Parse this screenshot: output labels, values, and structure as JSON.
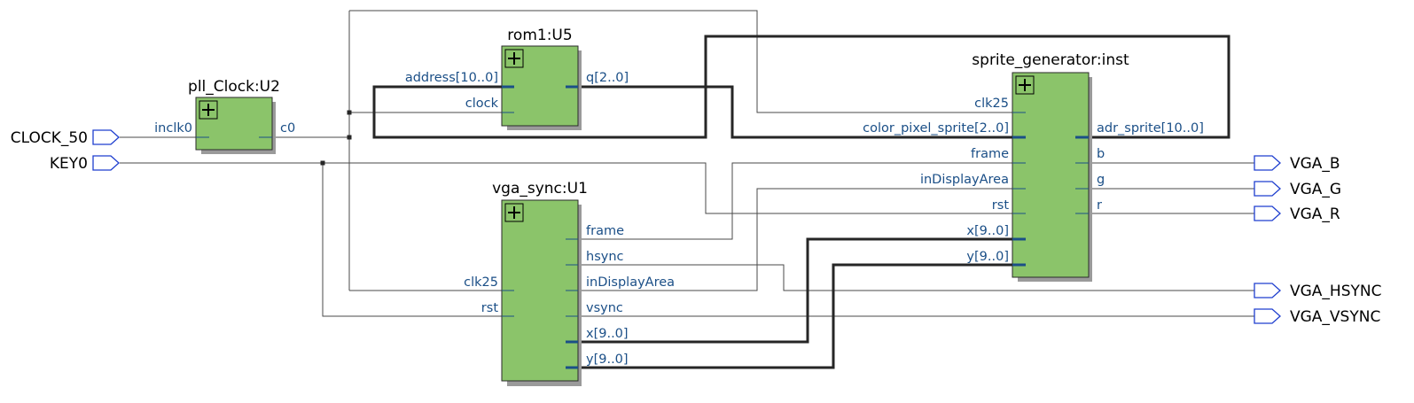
{
  "blocks": {
    "pll": {
      "title": "pll_Clock:U2",
      "ports": {
        "inclk0": "inclk0",
        "c0": "c0"
      }
    },
    "rom": {
      "title": "rom1:U5",
      "ports": {
        "address": "address[10..0]",
        "clock": "clock",
        "q": "q[2..0]"
      }
    },
    "vga": {
      "title": "vga_sync:U1",
      "ports": {
        "clk25": "clk25",
        "rst": "rst",
        "frame": "frame",
        "hsync": "hsync",
        "inDisplayArea": "inDisplayArea",
        "vsync": "vsync",
        "x": "x[9..0]",
        "y": "y[9..0]"
      }
    },
    "sprite": {
      "title": "sprite_generator:inst",
      "ports": {
        "clk25": "clk25",
        "color_pixel_sprite": "color_pixel_sprite[2..0]",
        "frame": "frame",
        "inDisplayArea": "inDisplayArea",
        "rst": "rst",
        "x": "x[9..0]",
        "y": "y[9..0]",
        "adr_sprite": "adr_sprite[10..0]",
        "b": "b",
        "g": "g",
        "r": "r"
      }
    }
  },
  "inputs": {
    "clock50": "CLOCK_50",
    "key0": "KEY0"
  },
  "outputs": {
    "vga_b": "VGA_B",
    "vga_g": "VGA_G",
    "vga_r": "VGA_R",
    "vga_hsync": "VGA_HSYNC",
    "vga_vsync": "VGA_VSYNC"
  },
  "colors": {
    "block_fill": "#8bc46a",
    "port_label": "#1b4f87",
    "pin_outline": "#1f3fcf",
    "wire": "#4a4a4a",
    "bus": "#262626"
  },
  "icons": {
    "expand": "expand-plus-icon",
    "input_pin": "input-pin-icon",
    "output_pin": "output-pin-icon"
  }
}
